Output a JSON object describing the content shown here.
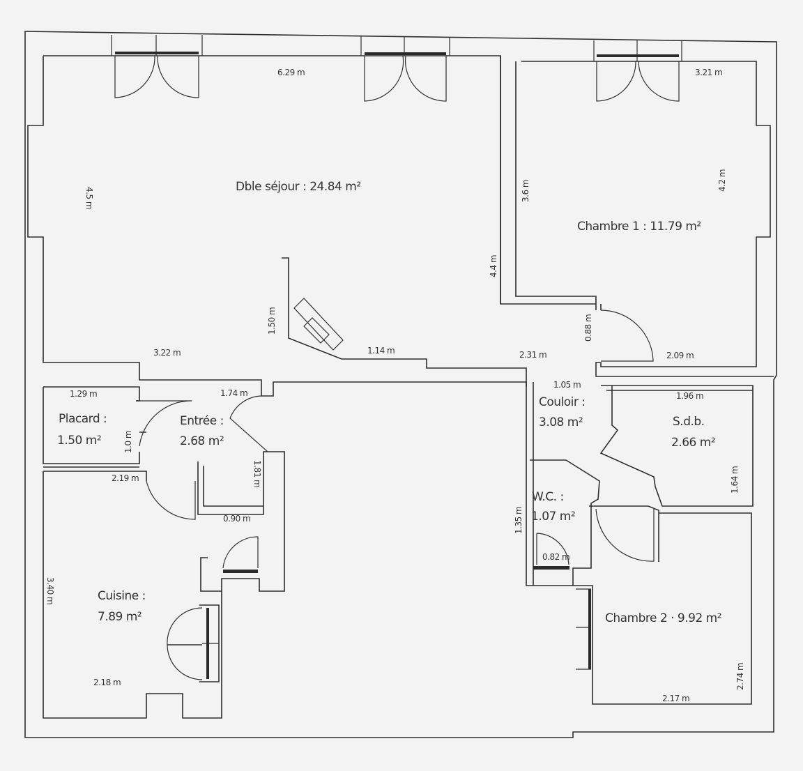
{
  "rooms": {
    "sejour": "Dble séjour : 24.84 m²",
    "chambre1": "Chambre 1 : 11.79 m²",
    "chambre2": "Chambre 2 · 9.92 m²",
    "placard_name": "Placard :",
    "placard_area": "1.50 m²",
    "entree_name": "Entrée :",
    "entree_area": "2.68 m²",
    "couloir_name": "Couloir :",
    "couloir_area": "3.08 m²",
    "sdb_name": "S.d.b.",
    "sdb_area": "2.66 m²",
    "wc_name": "W.C. :",
    "wc_area": "1.07 m²",
    "cuisine_name": "Cuisine :",
    "cuisine_area": "7.89 m²"
  },
  "dimensions": {
    "sejour_top": "6.29 m",
    "sejour_left": "4.5 m",
    "sejour_bottom": "3.22 m",
    "chimney_side": "1.50 m",
    "mid_wall": "1.14 m",
    "ch1_top": "3.21 m",
    "ch1_left": "3.6 m",
    "ch1_right": "4.2 m",
    "outer_mid": "4.4 m",
    "ch1_door": "0.88 m",
    "ch1_bottom_left": "2.31 m",
    "ch1_bottom_right": "2.09 m",
    "couloir_top": "1.05 m",
    "sdb_top": "1.96 m",
    "sdb_right": "1.64 m",
    "placard_top": "1.29 m",
    "placard_side": "1.0 m",
    "entree_top": "1.74 m",
    "entree_side": "1.81 m",
    "kitchen_top": "2.19 m",
    "passage": "0.90 m",
    "kitchen_left": "3.40 m",
    "kitchen_bottom": "2.18 m",
    "wc_side": "1.35 m",
    "wc_door": "0.82 m",
    "ch2_bottom": "2.17 m",
    "ch2_right": "2.74 m"
  }
}
